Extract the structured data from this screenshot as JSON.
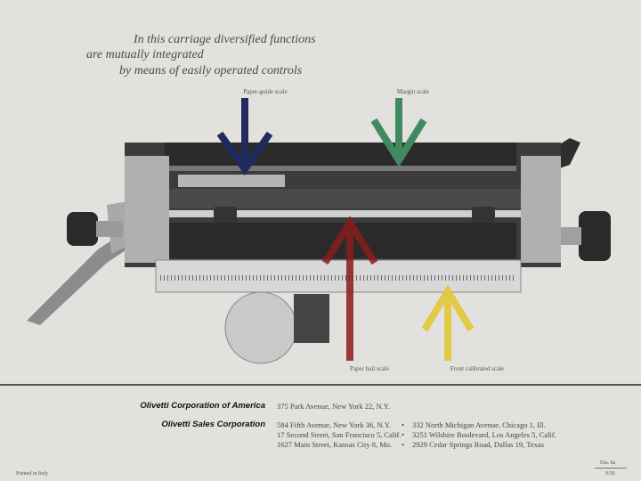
{
  "headline": {
    "line1": "In this carriage diversified functions",
    "line2": "are mutually integrated",
    "line3": "by means of easily operated controls"
  },
  "labels": {
    "paper_guide": "Paper-guide scale",
    "margin": "Margin scale",
    "paper_bail": "Paper bail scale",
    "front_calibrated": "Front calibrated scale"
  },
  "arrow_colors": {
    "paper_guide": "#1f2a5e",
    "margin": "#3f8a5e",
    "paper_bail": "#8a1c1c",
    "front_calibrated": "#e2c83a"
  },
  "footer": {
    "corp1_name": "Olivetti Corporation of America",
    "corp1_address": "375 Park Avenue, New York 22, N.Y.",
    "corp2_name": "Olivetti Sales Corporation",
    "corp2_col1": [
      "584 Fifth Avenue, New York 36, N.Y.",
      "17 Second Street, San Francisco 5, Calif.",
      "1627 Main Street, Kansas City 8, Mo."
    ],
    "corp2_col2": [
      "332 North Michigan Avenue, Chicago 1, Ill.",
      "3251 Wilshire Boulevard, Los Angeles 5, Calif.",
      "2929 Cedar Springs Road, Dallas 19, Texas"
    ],
    "bullet": "•",
    "printed": "Printed in Italy",
    "dia": "Dia. 8a",
    "code": "9/56"
  }
}
